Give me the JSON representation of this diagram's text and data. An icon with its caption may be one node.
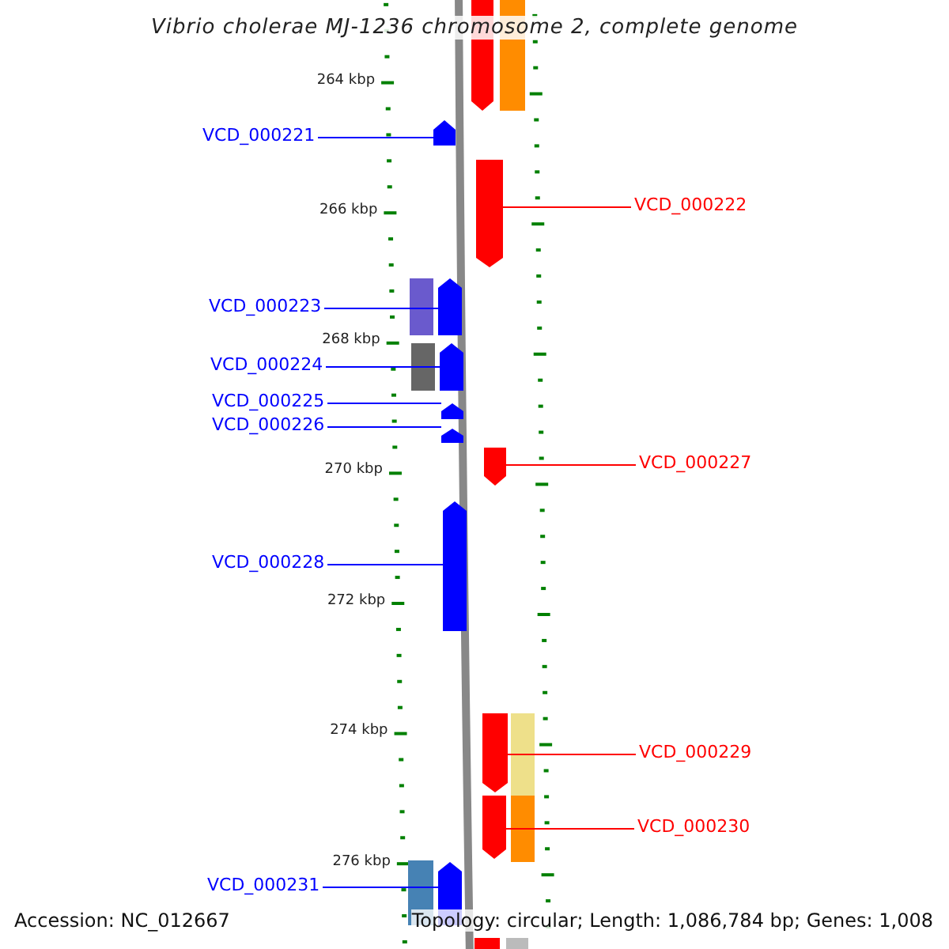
{
  "diagram": {
    "title": "Vibrio cholerae MJ-1236 chromosome 2, complete genome",
    "nodes": [
      {
        "text": [
          "VCD_000221"
        ]
      },
      {
        "text": [
          "VCD_000222"
        ]
      },
      {
        "text": [
          "VCD_000223"
        ]
      },
      {
        "text": [
          "VCD_000224"
        ]
      },
      {
        "text": [
          "VCD_000225"
        ]
      },
      {
        "text": [
          "VCD_000226"
        ]
      },
      {
        "text": [
          "VCD_000227"
        ]
      },
      {
        "text": [
          "VCD_000228"
        ]
      },
      {
        "text": [
          "VCD_000229"
        ]
      },
      {
        "text": [
          "VCD_000230"
        ]
      },
      {
        "text": [
          "VCD_000231"
        ]
      },
      {
        "text": [],
        "shape": "bar"
      },
      {
        "text": [],
        "shape": "bar"
      },
      {
        "text": [],
        "shape": "bar"
      },
      {
        "text": [],
        "shape": "bar"
      },
      {
        "text": [],
        "shape": "bar"
      },
      {
        "text": [],
        "shape": "bar"
      },
      {
        "text": [],
        "shape": "bar"
      },
      {
        "text": [],
        "shape": "bar"
      },
      {
        "text": [],
        "shape": "bar"
      },
      {
        "text": [],
        "shape": "bar"
      },
      {
        "text": [],
        "shape": "bar"
      },
      {
        "text": [],
        "shape": "bar"
      },
      {
        "text": [],
        "shape": "bar"
      },
      {
        "text": [],
        "shape": "bar"
      },
      {
        "text": [],
        "shape": "bar"
      },
      {
        "text": [],
        "shape": "bar"
      },
      {
        "text": [],
        "shape": "bar"
      },
      {
        "text": [],
        "shape": "bar"
      },
      {
        "text": [],
        "shape": "bar"
      },
      {
        "text": [],
        "shape": "bar"
      }
    ],
    "edges": [
      {
        "from": 0,
        "to": 13,
        "arrow": "none"
      },
      {
        "from": 1,
        "to": 14,
        "arrow": "none",
        "color": "#ff0000"
      },
      {
        "from": 2,
        "to": 16,
        "arrow": "none"
      },
      {
        "from": 3,
        "to": 18,
        "arrow": "none"
      },
      {
        "from": 4,
        "to": 19,
        "arrow": "none"
      },
      {
        "from": 5,
        "to": 20,
        "arrow": "none"
      },
      {
        "from": 6,
        "to": 21,
        "arrow": "none",
        "color": "#ff0000"
      },
      {
        "from": 7,
        "to": 22,
        "arrow": "none"
      },
      {
        "from": 8,
        "to": 23,
        "arrow": "none",
        "color": "#ff0000"
      },
      {
        "from": 9,
        "to": 25,
        "arrow": "none",
        "color": "#ff0000"
      },
      {
        "from": 10,
        "to": 28,
        "arrow": "none"
      }
    ],
    "labels": [
      "264 kbp",
      "266 kbp",
      "268 kbp",
      "270 kbp",
      "272 kbp",
      "274 kbp",
      "276 kbp",
      "Accession: NC_012667",
      "Topology: circular; Length: 1,086,784 bp; Genes: 1,008"
    ]
  }
}
